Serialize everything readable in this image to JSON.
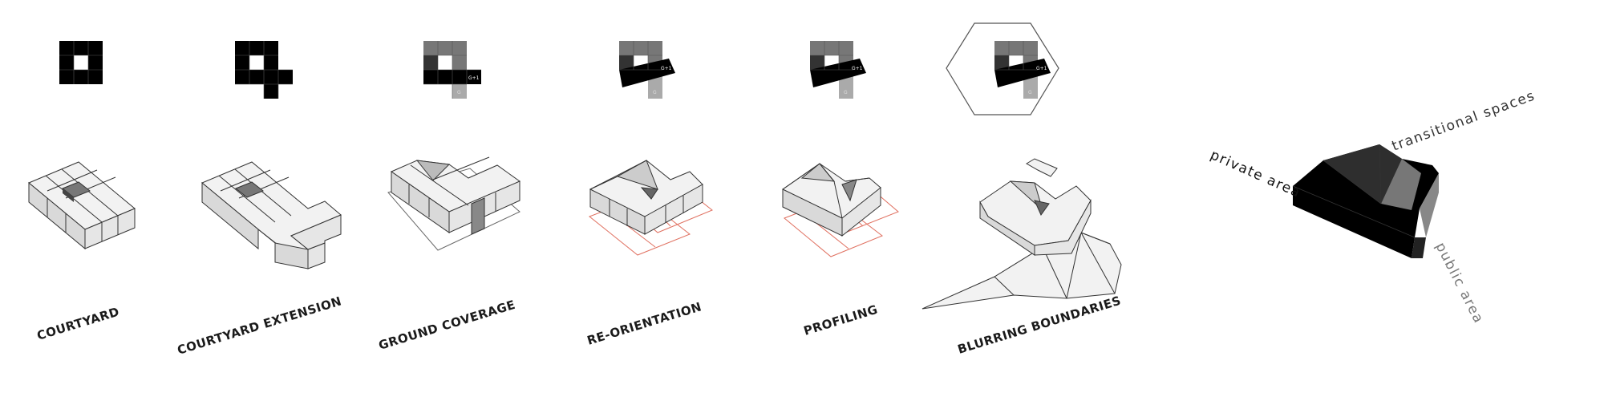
{
  "steps": [
    {
      "label": "COURTYARD"
    },
    {
      "label": "COURTYARD EXTENSION"
    },
    {
      "label": "GROUND COVERAGE"
    },
    {
      "label": "RE-ORIENTATION"
    },
    {
      "label": "PROFILING"
    },
    {
      "label": "BLURRING BOUNDARIES"
    }
  ],
  "plan_tags": {
    "upper": "G+1",
    "lower": "G"
  },
  "zones": {
    "private": "private area",
    "transitional": "transitional spaces",
    "public": "public area"
  },
  "colors": {
    "dark": "#000000",
    "mid": "#777777",
    "light": "#aaaaaa",
    "accent_red": "#e07060"
  }
}
